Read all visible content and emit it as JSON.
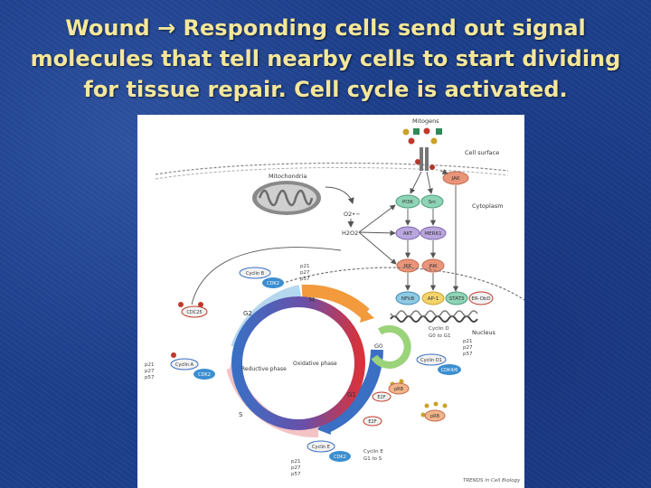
{
  "slide": {
    "title_line1": "Wound → Responding cells send out signal",
    "title_line2": "molecules that tell nearby cells to start dividing",
    "title_line3": "for tissue repair. Cell cycle is activated."
  },
  "figure": {
    "labels": {
      "mitogens": "Mitogens",
      "cell_surface": "Cell surface",
      "mitochondria": "Mitochondria",
      "cytoplasm": "Cytoplasm",
      "nucleus": "Nucleus",
      "o2": "O2•−",
      "h2o2": "H2O2",
      "reductive_phase": "Reductive phase",
      "oxidative_phase": "Oxidative phase",
      "credit": "TRENDS in Cell Biology"
    },
    "signaling": {
      "jak": "JAK",
      "pi3k": "PI3K",
      "src": "Src",
      "akt": "AKT",
      "merk1": "MERK1",
      "ikk": "IKK",
      "jnk": "JNK",
      "nfkb": "NFkB",
      "ap1": "AP-1",
      "stat3": "STAT3",
      "erobd": "ER-ObD"
    },
    "phases": {
      "g2": "G2",
      "m": "M",
      "g0": "G0",
      "g1": "G1",
      "s": "S"
    },
    "complexes": {
      "cyclin_b": "Cyclin B",
      "cdk2_b": "CDK2",
      "cdc25": "CDC25",
      "cyclin_a": "Cyclin A",
      "cdk2_a": "CDK2",
      "cyclin_d1": "Cyclin D1",
      "cdk46": "CDK4/6",
      "prb1": "pRB",
      "e2f1": "E2F",
      "e2f2": "E2F",
      "prb2": "pRB",
      "cyclin_e": "Cyclin E",
      "cdk2_e": "CDK2"
    },
    "notes": {
      "cyclin_d_line1": "Cyclin D",
      "cyclin_d_line2": "G0 to G1",
      "cyclin_e_line1": "Cyclin E",
      "cyclin_e_line2": "G1 to S"
    },
    "inhibitors": [
      "p21",
      "p27",
      "p57"
    ]
  }
}
